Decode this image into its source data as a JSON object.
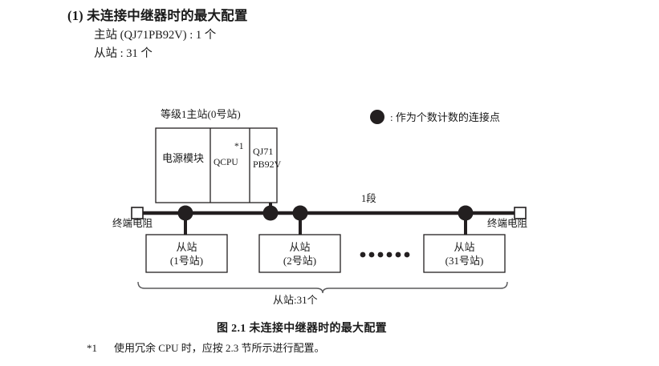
{
  "heading": {
    "section_title": "(1) 未连接中继器时的最大配置",
    "spec_lines": [
      "主站 (QJ71PB92V) : 1 个",
      "从站 : 31 个"
    ]
  },
  "legend": {
    "marker": "●",
    "text": ": 作为个数计数的连接点"
  },
  "diagram": {
    "master_title": "等级1主站(0号站)",
    "module_cells": {
      "power_supply": "电源模块",
      "cpu": "QCPU",
      "cpu_note": "*1",
      "network_line1": "QJ71",
      "network_line2": "PB92V"
    },
    "segment_label": "1段",
    "terminator_left": "终端电阻",
    "terminator_right": "终端电阻",
    "slaves": [
      {
        "name": "从站",
        "station": "(1号站)"
      },
      {
        "name": "从站",
        "station": "(2号站)"
      },
      {
        "name": "从站",
        "station": "(31号站)"
      }
    ],
    "ellipsis_count": 6,
    "brace_label": "从站:31个"
  },
  "caption": {
    "figure_caption": "图 2.1  未连接中继器时的最大配置",
    "footnote_mark": "*1",
    "footnote_text": "使用冗余 CPU 时，应按 2.3 节所示进行配置。"
  },
  "colors": {
    "ink": "#1a1a1a",
    "line": "#231f20",
    "box_border": "#231f20",
    "background": "#ffffff"
  }
}
